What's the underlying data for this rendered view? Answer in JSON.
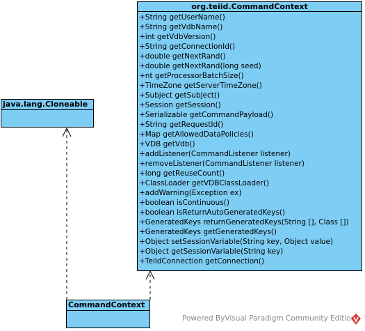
{
  "diagram": {
    "classes": {
      "cloneable": {
        "name": "java.lang.Cloneable",
        "operations": []
      },
      "command_context_interface": {
        "name": "org.teiid.CommandContext",
        "operations": [
          "+String getUserName()",
          "+String getVdbName()",
          "+int getVdbVersion()",
          "+String getConnectionId()",
          "+double getNextRand()",
          "+double getNextRand(long seed)",
          "+nt getProcessorBatchSize()",
          "+TimeZone getServerTimeZone()",
          "+Subject getSubject()",
          "+Session getSession()",
          "+Serializable getCommandPayload()",
          "+String getRequestId()",
          "+Map getAllowedDataPolicies()",
          "+VDB getVdb()",
          "+addListener(CommandListener listener)",
          "+removeListener(CommandListener listener)",
          "+long getReuseCount()",
          "+ClassLoader getVDBClassLoader()",
          "+addWarning(Exception ex)",
          "+boolean isContinuous()",
          "+boolean isReturnAutoGeneratedKeys()",
          "+GeneratedKeys returnGeneratedKeys(String [], Class [])",
          "+GeneratedKeys getGeneratedKeys()",
          "+Object setSessionVariable(String key, Object value)",
          "+Object getSessionVariable(String key)",
          "+TeiidConnection getConnection()"
        ]
      },
      "command_context": {
        "name": "CommandContext",
        "operations": []
      }
    },
    "relations": [
      {
        "from": "command_context",
        "to": "cloneable",
        "type": "realization"
      },
      {
        "from": "command_context",
        "to": "command_context_interface",
        "type": "realization"
      }
    ],
    "colors": {
      "class_fill": "#7ecdf4",
      "border": "#000000",
      "watermark": "#8a8a8a",
      "logo": "#e03a3e"
    }
  },
  "watermark": {
    "text": "Powered ByVisual Paradigm Community Edition",
    "icon": "visual-paradigm-logo-icon"
  }
}
